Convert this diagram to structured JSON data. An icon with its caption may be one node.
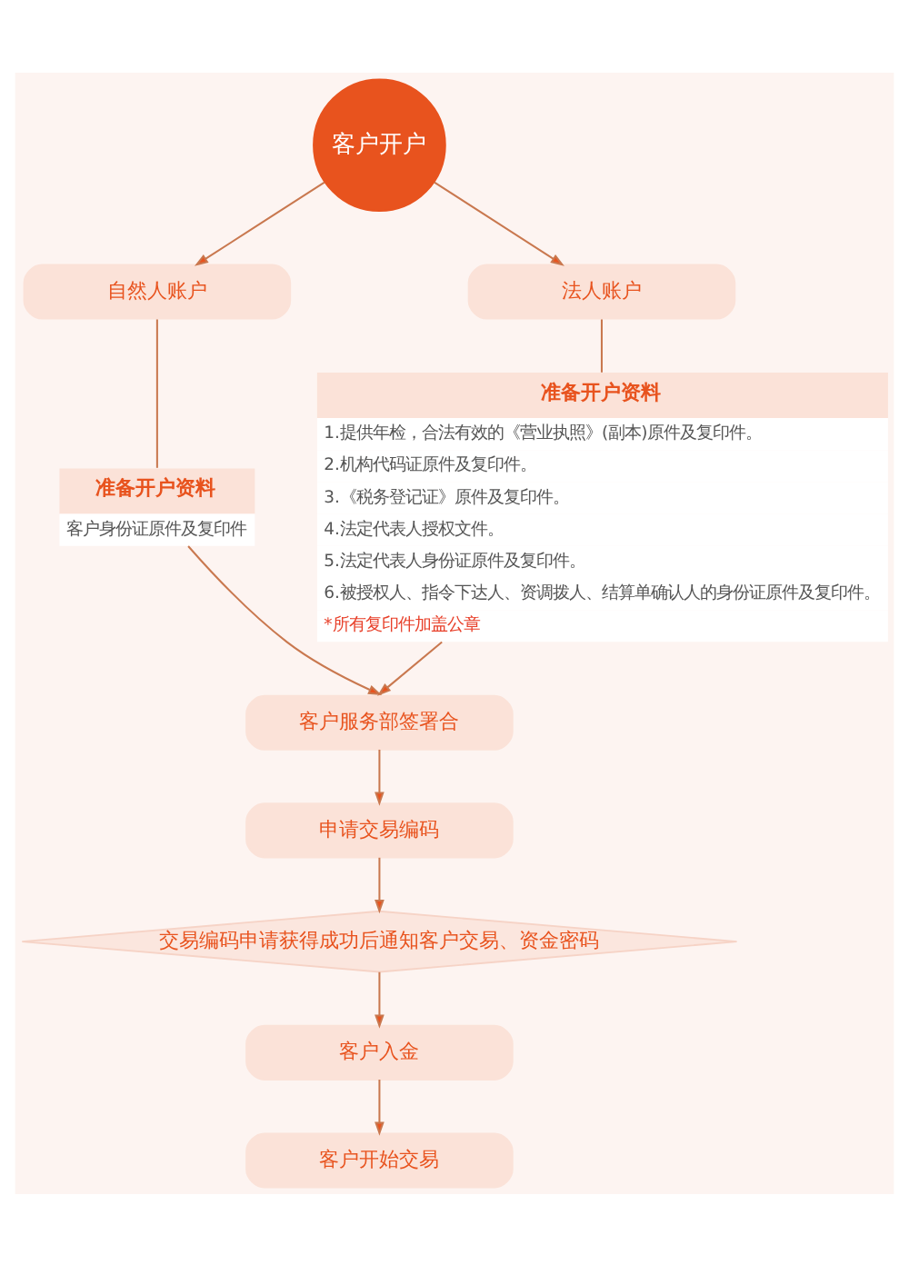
{
  "diagram": {
    "nodes": [
      {
        "text": [
          "客户开户"
        ]
      },
      {
        "text": [
          "自然人账户"
        ]
      },
      {
        "text": [
          "法人账户"
        ]
      },
      {
        "text": [
          "准备开户资料",
          "客户身份证原件及复印件"
        ]
      },
      {
        "text": [
          "准备开户资料",
          "1.提供年检，合法有效的《营业执照》(副本)原件及复印件。",
          "2.机构代码证原件及复印件。",
          "3.《税务登记证》原件及复印件。",
          "4.法定代表人授权文件。",
          "5.法定代表人身份证原件及复印件。",
          "6.被授权人、指令下达人、资调拨人、结算单确认人的身份证原件及复印件。",
          "*所有复印件加盖公章"
        ]
      },
      {
        "text": [
          "客户服务部签署合"
        ]
      },
      {
        "text": [
          "申请交易编码"
        ]
      },
      {
        "text": [
          "交易编码申请获得成功后通知客户交易、资金密码"
        ]
      },
      {
        "text": [
          "客户入金"
        ]
      },
      {
        "text": [
          "客户开始交易"
        ]
      }
    ],
    "edges": [
      {
        "from": 0,
        "to": 1,
        "arrow": "to"
      },
      {
        "from": 0,
        "to": 2,
        "arrow": "to"
      },
      {
        "from": 1,
        "to": 3,
        "arrow": "none"
      },
      {
        "from": 2,
        "to": 4,
        "arrow": "none"
      },
      {
        "from": 3,
        "to": 5,
        "arrow": "to"
      },
      {
        "from": 4,
        "to": 5,
        "arrow": "to"
      },
      {
        "from": 5,
        "to": 6,
        "arrow": "to"
      },
      {
        "from": 6,
        "to": 7,
        "arrow": "to"
      },
      {
        "from": 7,
        "to": 8,
        "arrow": "to"
      },
      {
        "from": 8,
        "to": 9,
        "arrow": "to"
      }
    ]
  }
}
